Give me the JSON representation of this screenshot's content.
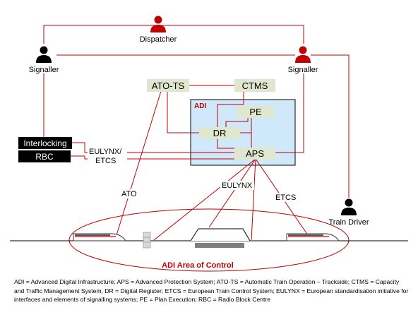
{
  "actors": {
    "dispatcher": "Dispatcher",
    "signaller_left": "Signaller",
    "signaller_right": "Signaller",
    "train_driver": "Train Driver"
  },
  "systems": {
    "interlocking": "Interlocking",
    "rbc": "RBC",
    "ato_ts": "ATO-TS",
    "ctms": "CTMS",
    "pe": "PE",
    "dr": "DR",
    "aps": "APS",
    "adi_box": "ADI"
  },
  "links": {
    "eulynx_etcs_line1": "EULYNX/",
    "eulynx_etcs_line2": "ETCS",
    "ato": "ATO",
    "eulynx": "EULYNX",
    "etcs": "ETCS"
  },
  "area_label": "ADI Area of Control",
  "legend_text": "ADI = Advanced Digital Infrastructure; APS = Advanced Protection System; ATO-TS = Automatic Train Operation – Trackside; CTMS = Capacity and Traffic Management System; DR = Digital Register; ETCS = European Train Control System; EULYNX = European standardisation initiative for interfaces and elements of signalling systems; PE = Plan Execution; RBC = Radio Block Centre",
  "colors": {
    "accent_red": "#c00000",
    "system_box_green": "#dfe8cf",
    "adi_box_blue": "#cfe8fa",
    "black": "#000000"
  }
}
